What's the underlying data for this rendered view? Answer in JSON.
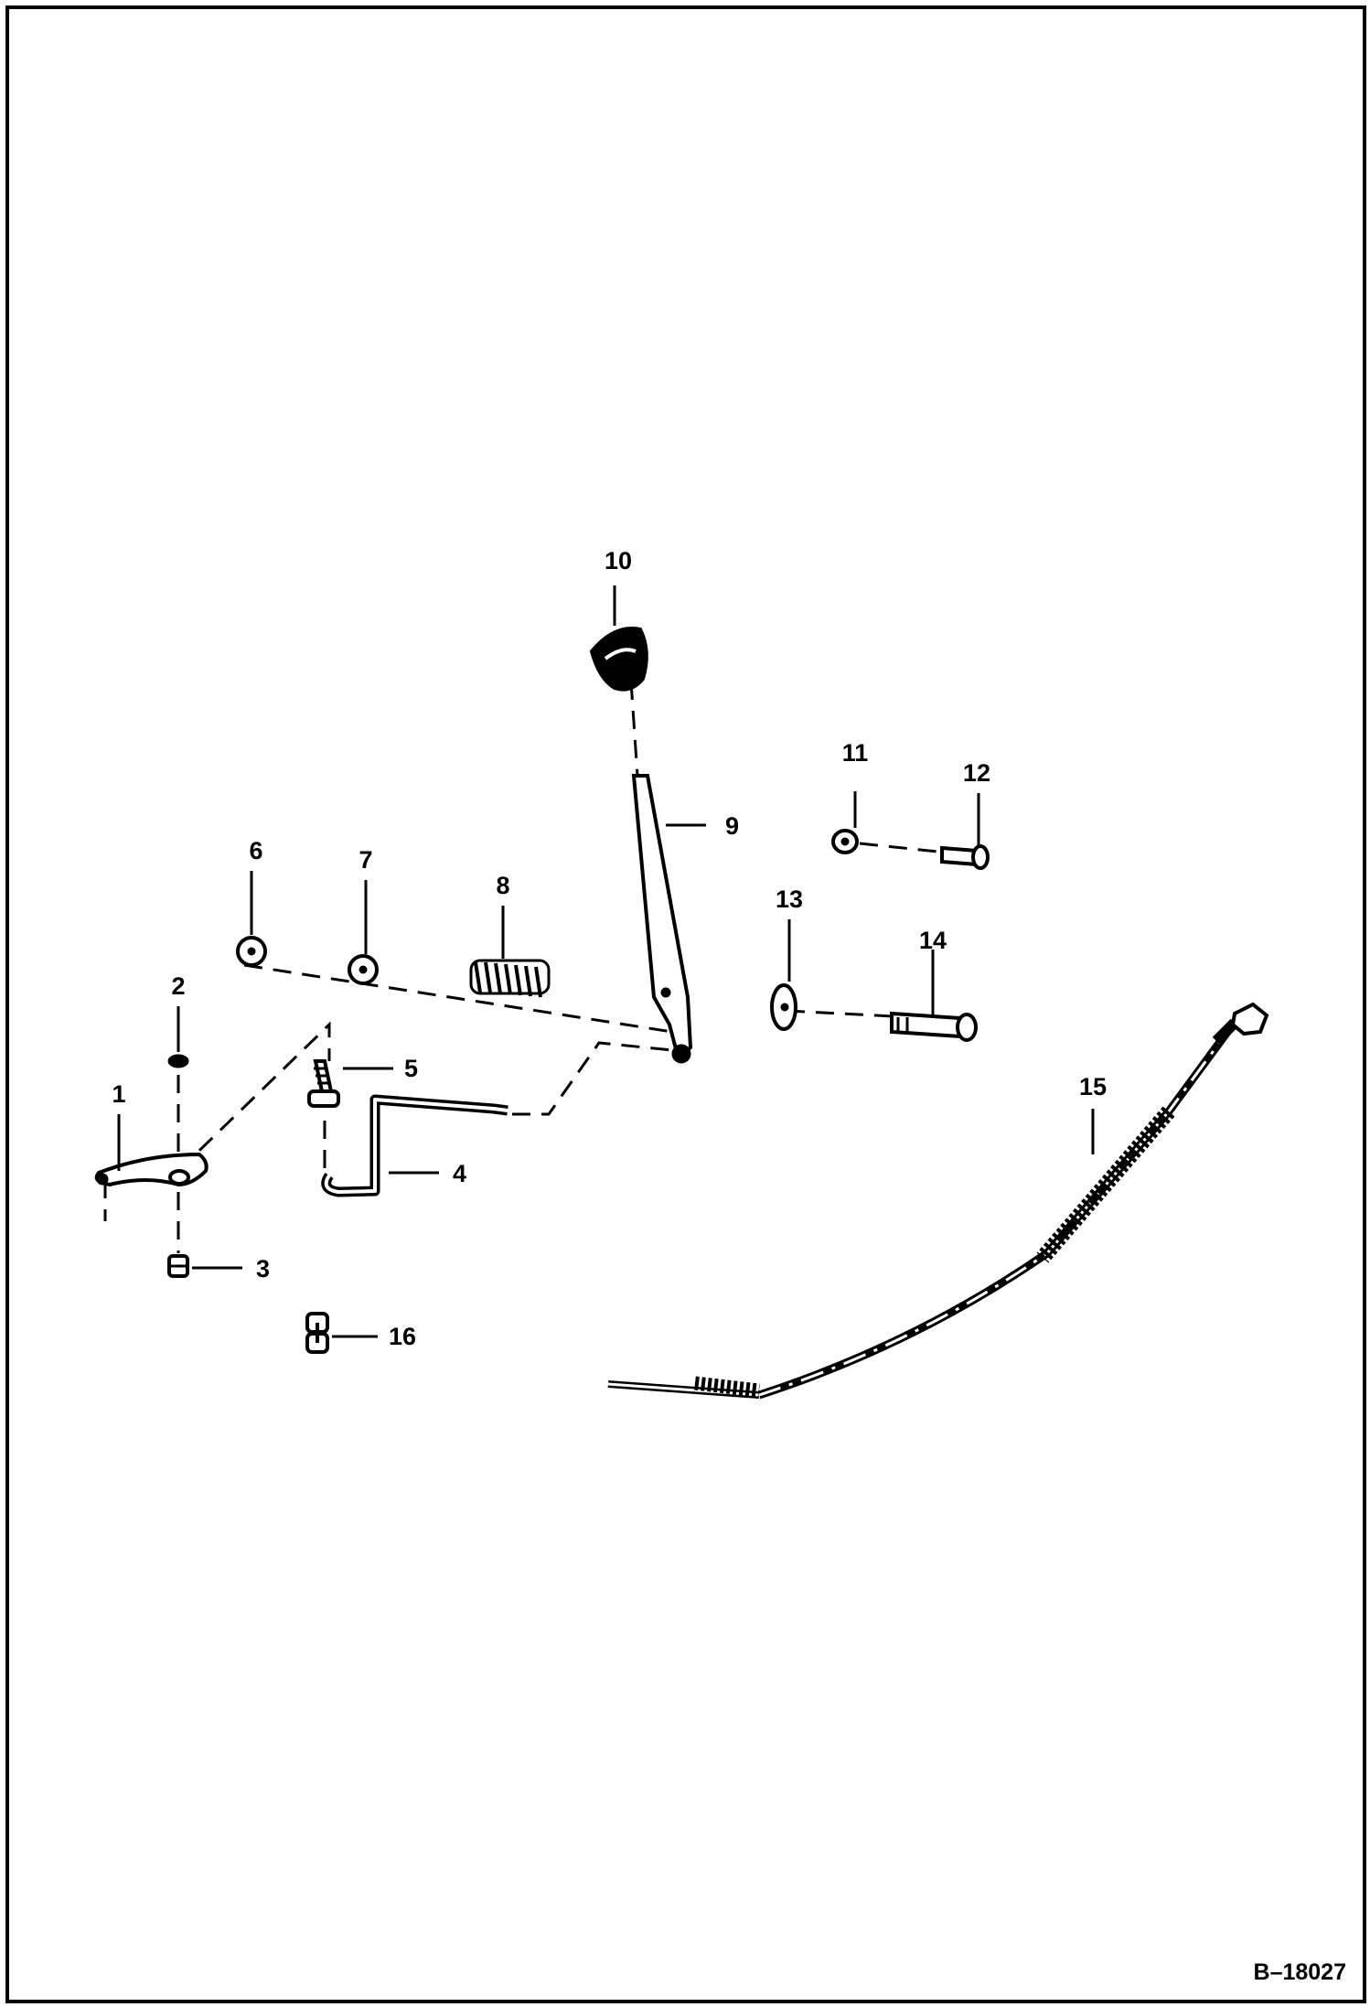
{
  "diagram": {
    "callouts": [
      "1",
      "2",
      "3",
      "4",
      "5",
      "6",
      "7",
      "8",
      "9",
      "10",
      "11",
      "12",
      "13",
      "14",
      "15",
      "16"
    ],
    "reference": "B–18027"
  }
}
